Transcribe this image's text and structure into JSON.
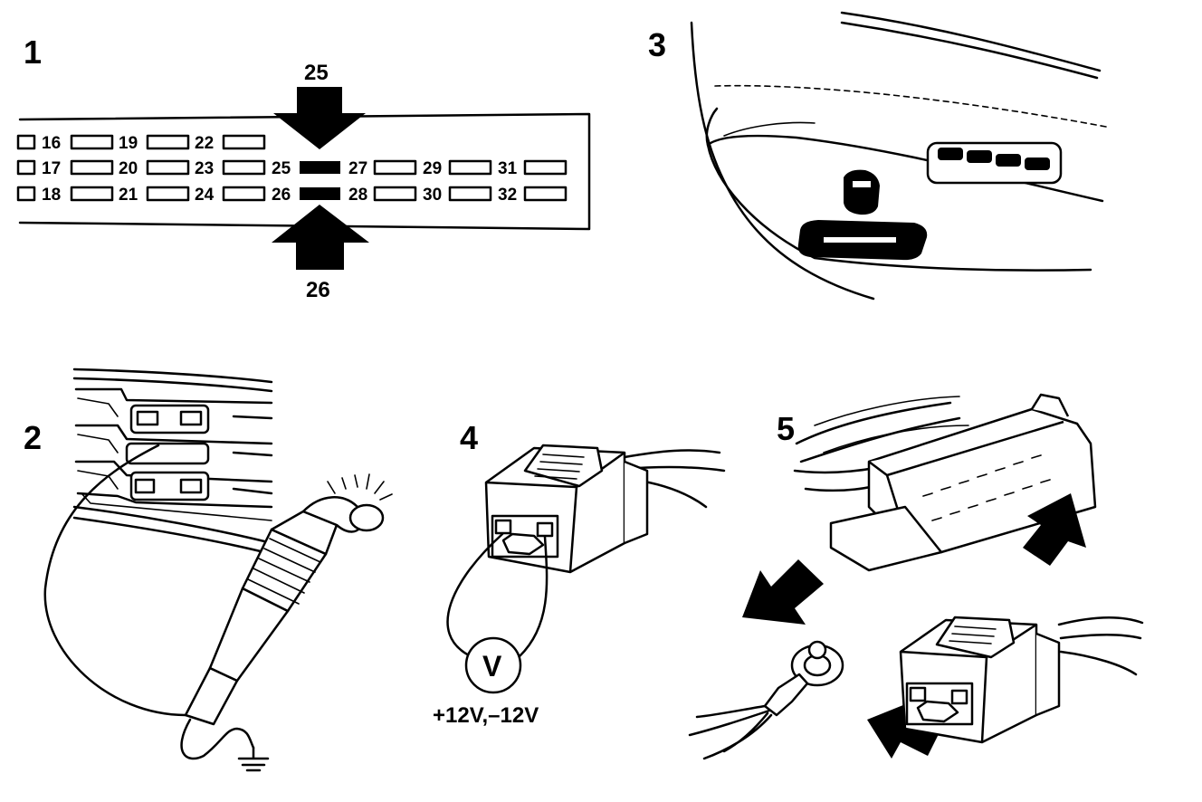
{
  "steps": {
    "s1": "1",
    "s2": "2",
    "s3": "3",
    "s4": "4",
    "s5": "5"
  },
  "fuse_panel": {
    "top_arrow_label": "25",
    "bottom_arrow_label": "26",
    "row1": [
      "16",
      "19",
      "22"
    ],
    "row2": [
      "17",
      "20",
      "23",
      "25",
      "27",
      "29",
      "31"
    ],
    "row3": [
      "18",
      "21",
      "24",
      "26",
      "28",
      "30",
      "32"
    ]
  },
  "voltmeter": {
    "symbol": "V",
    "reading": "+12V,–12V"
  },
  "icons": [
    "test-lamp-icon",
    "ground-symbol-icon",
    "voltmeter-icon",
    "connector-icon",
    "arrow-icon"
  ]
}
